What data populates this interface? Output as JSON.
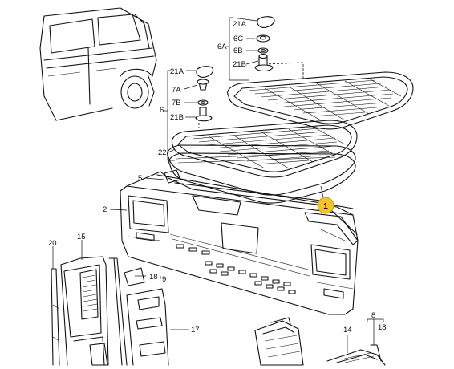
{
  "labels": {
    "l21A_top": "21A",
    "l6C": "6C",
    "l6A": "6A",
    "l6B": "6B",
    "l21B_top": "21B",
    "l21A_mid": "21A",
    "l7A": "7A",
    "l7B": "7B",
    "l6": "6",
    "l21B_mid": "21B",
    "l22": "22",
    "l5": "5",
    "l2": "2",
    "l20": "20",
    "l15": "15",
    "l18a": "18",
    "l9": "9",
    "l17": "17",
    "l14": "14",
    "l8": "8",
    "l18b": "18"
  },
  "callout": {
    "number": "1",
    "color": "#f2c32c",
    "stroke": "#c99a10"
  },
  "icons": [
    "vehicle-sketch-icon",
    "door-panel-icon",
    "grille-icon"
  ]
}
